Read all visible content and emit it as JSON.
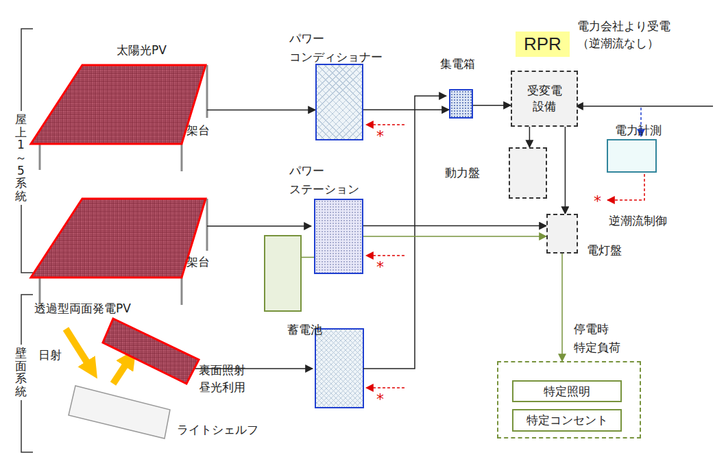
{
  "diagram": {
    "nodes": [
      {
        "text": [
          "太陽光PV"
        ]
      },
      {
        "text": [
          "パワー コンディショナー"
        ]
      },
      {
        "text": [
          "パワー ステーション"
        ]
      },
      {
        "text": [
          "蓄電池"
        ]
      },
      {
        "text": [
          "透過型両面発電PV"
        ]
      },
      {
        "text": [
          "集電箱"
        ]
      },
      {
        "text": [
          "受変電 設備"
        ]
      },
      {
        "text": [
          "動力盤"
        ]
      },
      {
        "text": [
          "電灯盤"
        ]
      },
      {
        "text": [
          "電力計測"
        ]
      },
      {
        "text": [
          "停電時 特定負荷"
        ]
      },
      {
        "text": [
          "特定照明"
        ],
        "in": 10
      },
      {
        "text": [
          "特定コンセント"
        ],
        "in": 10
      }
    ],
    "edges": [
      {
        "from": 0,
        "to": 1,
        "arrow": "to"
      },
      {
        "from": 1,
        "to": 5,
        "arrow": "to"
      },
      {
        "from": 2,
        "to": 8,
        "arrow": "to"
      },
      {
        "from": 2,
        "to": 8,
        "arrow": "to"
      },
      {
        "from": 3,
        "to": 2,
        "arrow": "none"
      },
      {
        "from": 5,
        "to": 6,
        "arrow": "to"
      },
      {
        "from": 6,
        "to": 7,
        "arrow": "to"
      },
      {
        "from": 6,
        "to": 8,
        "arrow": "to"
      },
      {
        "from": 8,
        "to": 10,
        "arrow": "to"
      }
    ],
    "labels": [
      "屋上1～5系統",
      "壁面系統",
      "架台",
      "架台",
      "RPR",
      "電力会社より受電 （逆潮流なし）",
      "逆潮流制御",
      "*",
      "*",
      "*",
      "*",
      "日射",
      "裏面照射 昼光利用",
      "ライトシェルフ"
    ]
  }
}
